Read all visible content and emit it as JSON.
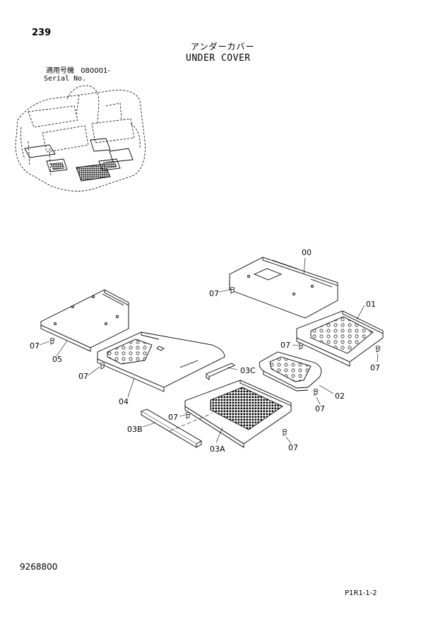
{
  "header": {
    "page_number": "239",
    "title_jp": "アンダーカバー",
    "title_en": "UNDER COVER",
    "serial_label_jp": "適用号機",
    "serial_value": "080001-",
    "serial_label_en": "Serial No."
  },
  "callouts": {
    "c00": "00",
    "c01": "01",
    "c02": "02",
    "c03a": "03A",
    "c03b": "03B",
    "c03c": "03C",
    "c04": "04",
    "c05": "05",
    "c07a": "07",
    "c07b": "07",
    "c07c": "07",
    "c07d": "07",
    "c07e": "07",
    "c07f": "07",
    "c07g": "07",
    "c07h": "07"
  },
  "footer": {
    "doc_number": "9268800",
    "page_code": "P1R1-1-2"
  }
}
